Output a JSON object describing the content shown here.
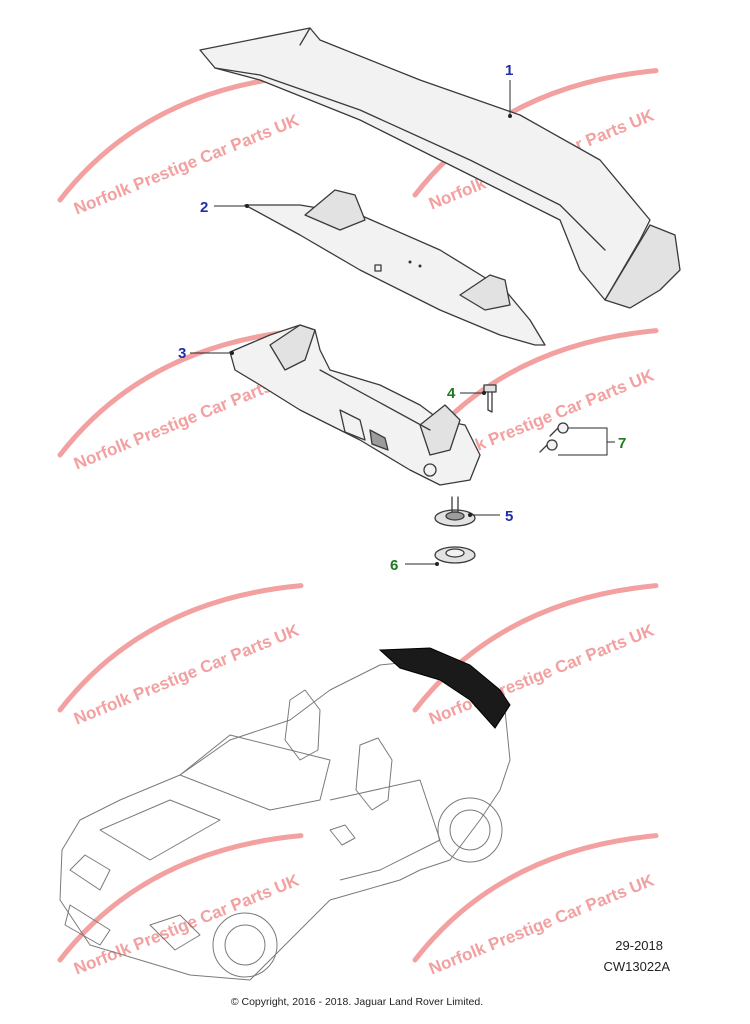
{
  "callouts": [
    {
      "number": "1",
      "color": "#1f2fa8"
    },
    {
      "number": "2",
      "color": "#1f2fa8"
    },
    {
      "number": "3",
      "color": "#1f2fa8"
    },
    {
      "number": "4",
      "color": "#1e7a1e"
    },
    {
      "number": "5",
      "color": "#1f2fa8"
    },
    {
      "number": "6",
      "color": "#1e7a1e"
    },
    {
      "number": "7",
      "color": "#1e7a1e"
    }
  ],
  "watermark": {
    "text": "Norfolk Prestige Car Parts UK",
    "color": "#f3a0a0"
  },
  "reference": {
    "date_code": "29-2018",
    "diagram_code": "CW13022A"
  },
  "copyright": "© Copyright, 2016 - 2018. Jaguar Land Rover Limited."
}
